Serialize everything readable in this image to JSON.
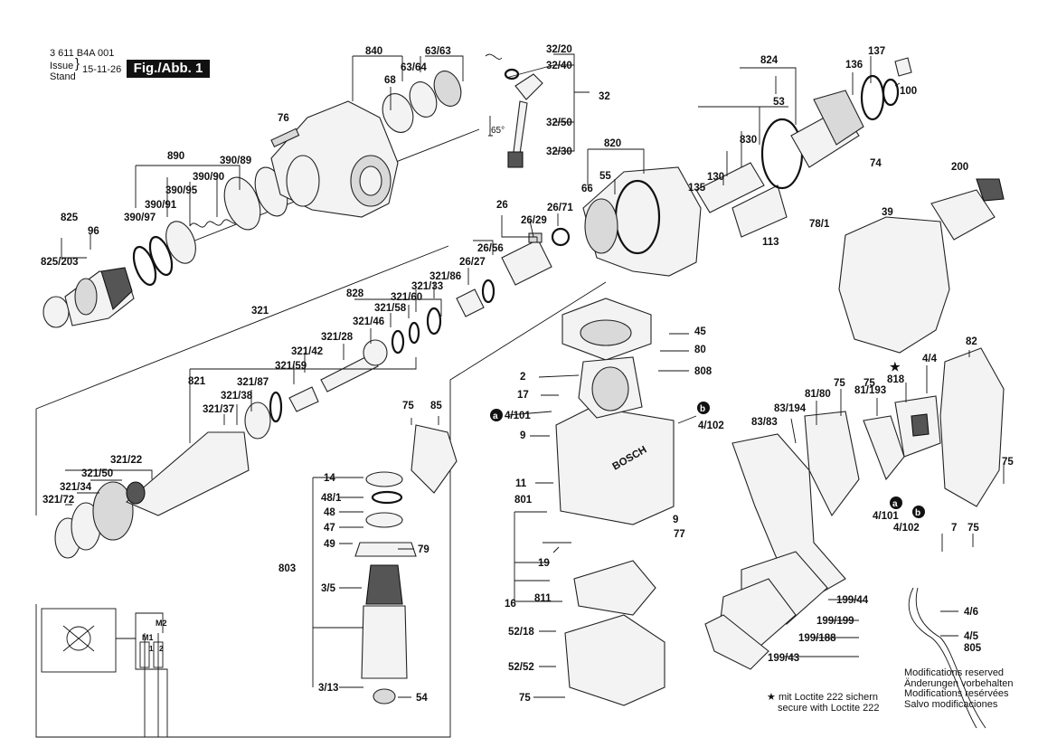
{
  "header": {
    "doc_number": "3 611 B4A 001",
    "issue_label_1": "Issue",
    "issue_label_2": "Stand",
    "issue_date": "15-11-26",
    "figure_label": "Fig./Abb. 1"
  },
  "part_labels": [
    "840",
    "63/63",
    "63/64",
    "68",
    "76",
    "890",
    "390/89",
    "390/90",
    "390/95",
    "390/91",
    "390/97",
    "825",
    "96",
    "825/203",
    "32/20",
    "32/40",
    "32",
    "32/50",
    "32/30",
    "65°",
    "824",
    "137",
    "136",
    "100",
    "53",
    "830",
    "74",
    "820",
    "55",
    "66",
    "130",
    "135",
    "113",
    "78/1",
    "200",
    "39",
    "26",
    "26/71",
    "26/29",
    "26/56",
    "26/27",
    "828",
    "321/86",
    "321/33",
    "321/60",
    "321/58",
    "321/46",
    "321/28",
    "321/42",
    "321/59",
    "321",
    "821",
    "321/87",
    "321/38",
    "321/37",
    "321/22",
    "321/50",
    "321/34",
    "321/72",
    "45",
    "80",
    "808",
    "2",
    "17",
    "4/101",
    "4/102",
    "9",
    "11",
    "801",
    "77",
    "19",
    "16",
    "811",
    "52/18",
    "52/52",
    "75",
    "75",
    "85",
    "14",
    "48/1",
    "48",
    "47",
    "49",
    "79",
    "803",
    "3/5",
    "3/13",
    "54",
    "82",
    "4/4",
    "818",
    "75",
    "81/80",
    "81/193",
    "83/194",
    "83/83",
    "75",
    "4/101",
    "4/102",
    "7",
    "75",
    "199/44",
    "199/199",
    "199/188",
    "199/43",
    "4/6",
    "4/5",
    "805",
    "9",
    "75"
  ],
  "callouts": {
    "a": "a",
    "b": "b",
    "star": "★"
  },
  "motor_schematic": {
    "m1": "M1",
    "m2": "M2",
    "n1": "1",
    "n2": "2"
  },
  "loctite_note": {
    "line1": "mit Loctite 222 sichern",
    "line2": "secure with Loctite 222"
  },
  "modifications": {
    "en": "Modifications reserved",
    "de": "Änderungen vorbehalten",
    "fr": "Modifications resérvées",
    "es": "Salvo modificaciones"
  },
  "brand_mark": "BOSCH"
}
